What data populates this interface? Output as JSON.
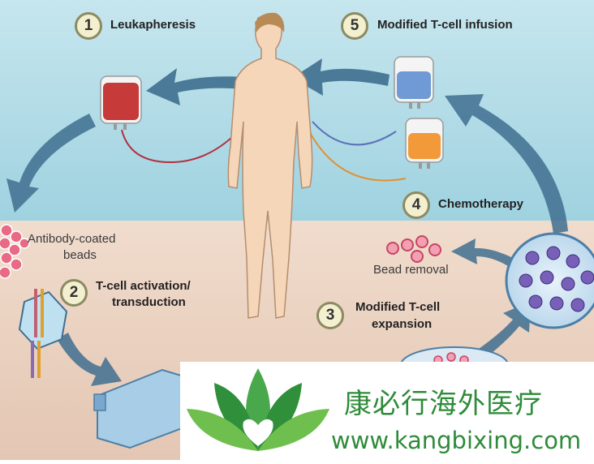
{
  "steps": [
    {
      "number": "1",
      "label": "Leukapheresis"
    },
    {
      "number": "2",
      "label_line1": "T-cell activation/",
      "label_line2": "transduction"
    },
    {
      "number": "3",
      "label_line1": "Modified T-cell",
      "label_line2": "expansion"
    },
    {
      "number": "4",
      "label": "Chemotherapy"
    },
    {
      "number": "5",
      "label": "Modified T-cell infusion"
    }
  ],
  "labels": {
    "beads_line1": "Antibody-coated",
    "beads_line2": "beads",
    "bead_removal": "Bead removal"
  },
  "watermark": {
    "brand": "康必行海外医疗",
    "url": "www.kangbixing.com"
  },
  "colors": {
    "sky": "#a9d9e6",
    "ground": "#ecd6c6",
    "arrow": "#3f6f8f",
    "blood_bag": "#c63a3a",
    "cell_bag": "#6f9ad6",
    "chemo_bag": "#f29a3a",
    "bead": "#e86a85",
    "logo_green": "#3a9a3f"
  }
}
